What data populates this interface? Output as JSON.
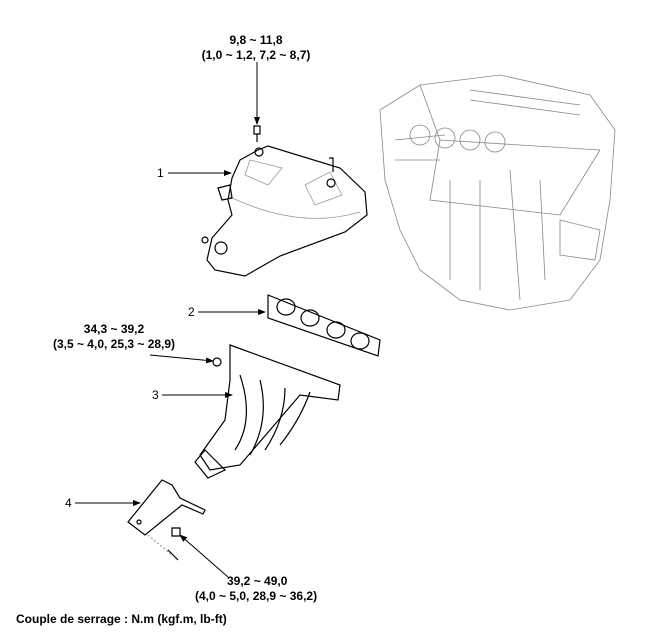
{
  "callouts": {
    "part1": "1",
    "part2": "2",
    "part3": "3",
    "part4": "4"
  },
  "torques": {
    "heat_shield_bolt": {
      "nm": "9,8 ~ 11,8",
      "alt": "(1,0 ~ 1,2, 7,2 ~ 8,7)"
    },
    "manifold_nut": {
      "nm": "34,3 ~ 39,2",
      "alt": "(3,5 ~ 4,0, 25,3 ~ 28,9)"
    },
    "bracket_bolt": {
      "nm": "39,2 ~ 49,0",
      "alt": "(4,0 ~ 5,0, 28,9 ~ 36,2)"
    }
  },
  "footer": "Couple de serrage : N.m (kgf.m, lb-ft)"
}
